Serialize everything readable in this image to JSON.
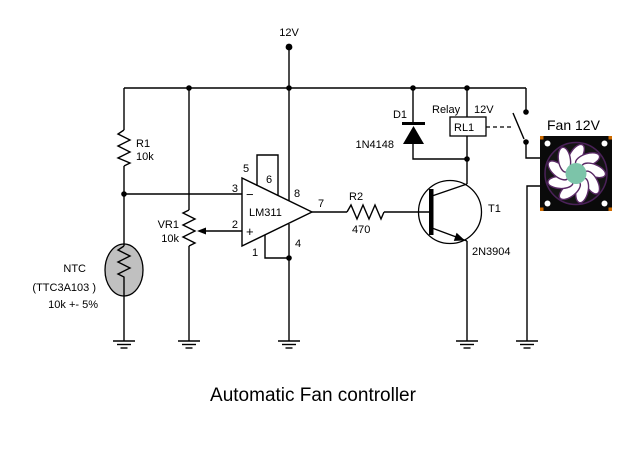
{
  "title": "Automatic Fan controller",
  "power": {
    "rail_label": "12V"
  },
  "components": {
    "r1": {
      "ref": "R1",
      "value": "10k"
    },
    "ntc": {
      "label": "NTC",
      "part": "(TTC3A103 )",
      "spec": "10k +- 5%"
    },
    "vr1": {
      "ref": "VR1",
      "value": "10k"
    },
    "u1": {
      "part": "LM311",
      "pin1": "1",
      "pin2": "2",
      "pin3": "3",
      "pin4": "4",
      "pin5": "5",
      "pin6": "6",
      "pin7": "7",
      "pin8": "8",
      "inverting_sign": "−",
      "noninverting_sign": "+"
    },
    "r2": {
      "ref": "R2",
      "value": "470"
    },
    "d1": {
      "ref": "D1",
      "part": "1N4148"
    },
    "relay": {
      "label": "Relay",
      "voltage": "12V",
      "ref": "RL1"
    },
    "t1": {
      "ref": "T1",
      "part": "2N3904"
    },
    "fan": {
      "label": "Fan 12V"
    }
  },
  "colors": {
    "wire": "#000000",
    "background": "#ffffff",
    "ntc_body": "#c0c0c0",
    "fan_frame": "#0a0a0a",
    "fan_rotor": "#141414",
    "fan_hub": "#7cc4a9",
    "fan_blade": "#ffffff",
    "fan_blade_edge": "#5a2a66",
    "fan_corner": "#cc6a00"
  }
}
